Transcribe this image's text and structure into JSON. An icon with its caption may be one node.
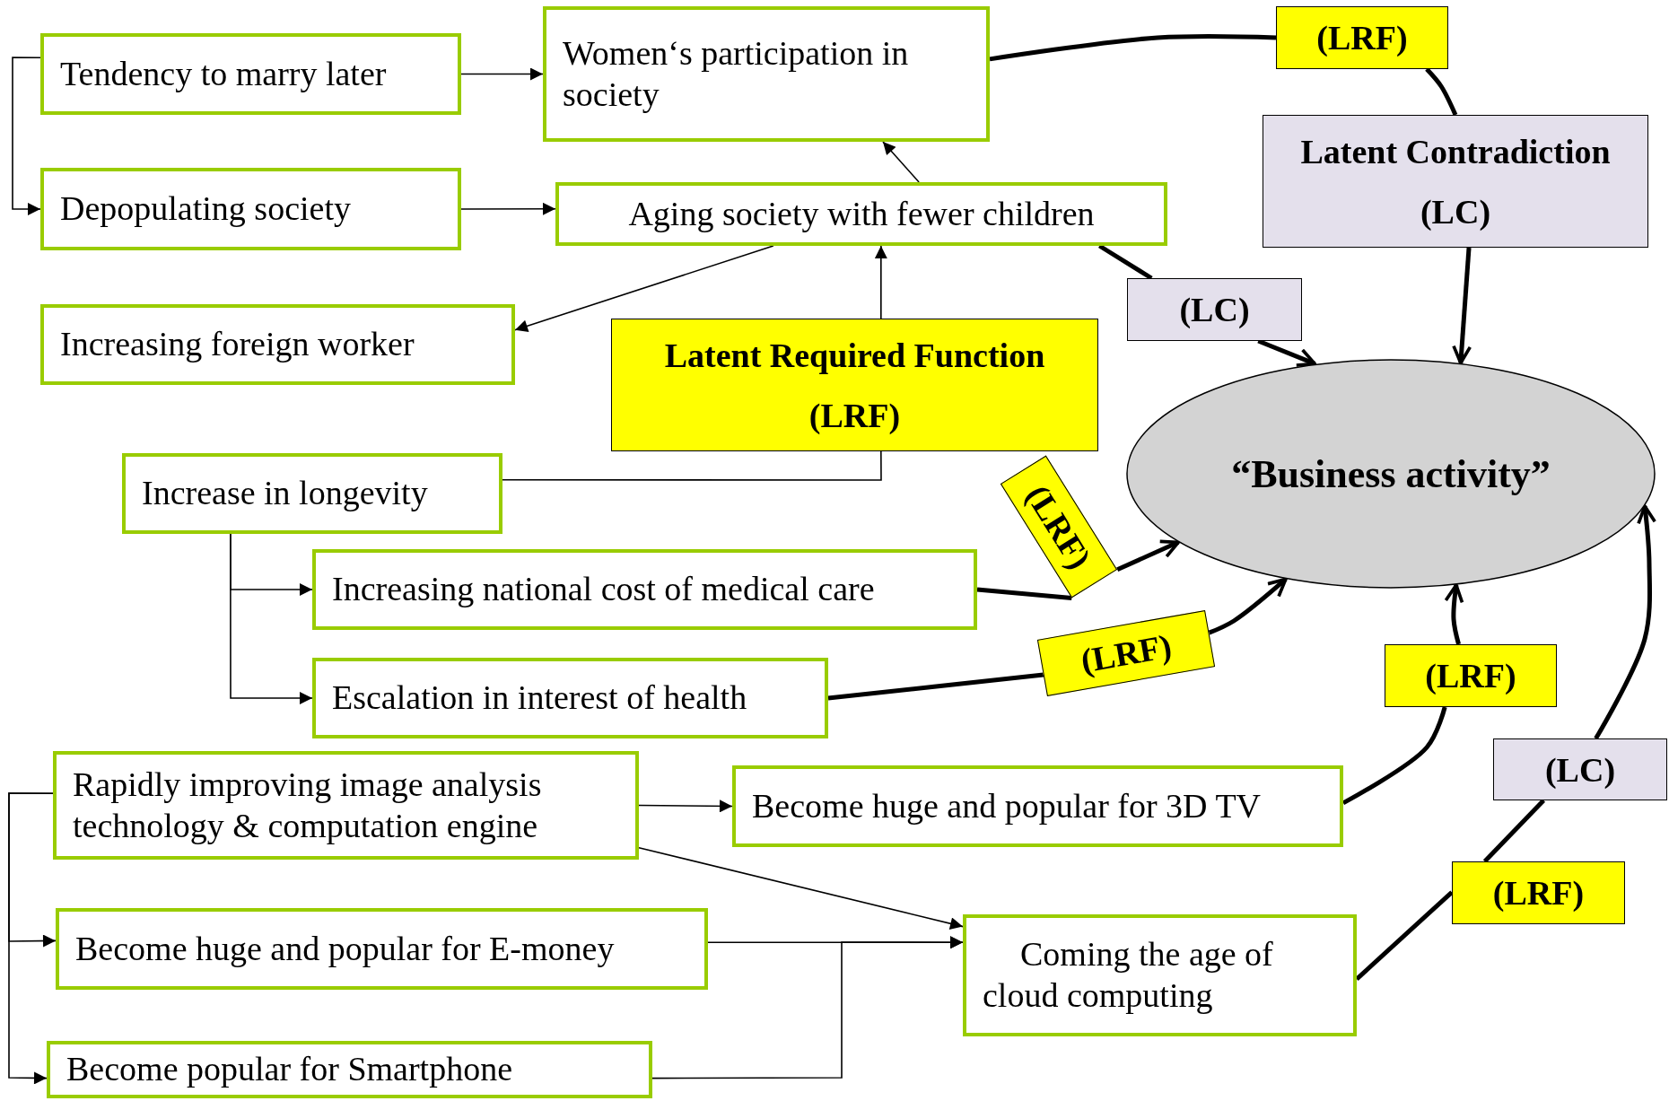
{
  "diagram": {
    "nodes": [
      {
        "text": [
          "Tendency to marry later"
        ]
      },
      {
        "text": [
          "Women‘s participation in society"
        ]
      },
      {
        "text": [
          "Depopulating society"
        ]
      },
      {
        "text": [
          "Aging society with fewer children"
        ]
      },
      {
        "text": [
          "Increasing foreign worker"
        ]
      },
      {
        "text": [
          "Latent Required Function",
          "(LRF)"
        ]
      },
      {
        "text": [
          "Latent Contradiction",
          "(LC)"
        ]
      },
      {
        "text": [
          "“Business activity”"
        ]
      },
      {
        "text": [
          "Increase in longevity"
        ]
      },
      {
        "text": [
          "Increasing  national cost of medical care"
        ]
      },
      {
        "text": [
          "Escalation in interest of health"
        ]
      },
      {
        "text": [
          "Rapidly improving  image analysis technology & computation engine"
        ]
      },
      {
        "text": [
          "Become huge and popular for 3D TV"
        ]
      },
      {
        "text": [
          "Become huge and popular for E-money"
        ]
      },
      {
        "text": [
          "Coming the age of cloud computing"
        ]
      },
      {
        "text": [
          "Become popular for Smartphone"
        ]
      },
      {
        "text": [
          "(LRF)"
        ]
      },
      {
        "text": [
          "(LC)"
        ]
      },
      {
        "text": [
          "(LRF)"
        ]
      },
      {
        "text": [
          "(LRF)"
        ]
      },
      {
        "text": [
          "(LRF)"
        ]
      },
      {
        "text": [
          "(LC)"
        ]
      },
      {
        "text": [
          "(LRF)"
        ]
      }
    ],
    "edges": [
      {
        "from": 0,
        "to": 1,
        "arrow": "to"
      },
      {
        "from": 0,
        "to": 2,
        "arrow": "to"
      },
      {
        "from": 2,
        "to": 3,
        "arrow": "to"
      },
      {
        "from": 3,
        "to": 1,
        "arrow": "to"
      },
      {
        "from": 3,
        "to": 4,
        "arrow": "to"
      },
      {
        "from": 5,
        "to": 3,
        "arrow": "to"
      },
      {
        "from": 8,
        "to": 5,
        "arrow": "none"
      },
      {
        "from": 8,
        "to": 9,
        "arrow": "to"
      },
      {
        "from": 8,
        "to": 10,
        "arrow": "to"
      },
      {
        "from": 11,
        "to": 12,
        "arrow": "to"
      },
      {
        "from": 11,
        "to": 14,
        "arrow": "to"
      },
      {
        "from": 11,
        "to": 13,
        "arrow": "to"
      },
      {
        "from": 11,
        "to": 15,
        "arrow": "to"
      },
      {
        "from": 13,
        "to": 14,
        "arrow": "to"
      },
      {
        "from": 15,
        "to": 14,
        "arrow": "to"
      },
      {
        "from": 1,
        "to": 16,
        "arrow": "none",
        "style": "thick"
      },
      {
        "from": 16,
        "to": 6,
        "arrow": "none",
        "style": "thick"
      },
      {
        "from": 6,
        "to": 7,
        "arrow": "to",
        "style": "thick"
      },
      {
        "from": 3,
        "to": 17,
        "arrow": "none",
        "style": "thick"
      },
      {
        "from": 17,
        "to": 7,
        "arrow": "to",
        "style": "thick"
      },
      {
        "from": 9,
        "to": 18,
        "arrow": "none",
        "style": "thick"
      },
      {
        "from": 18,
        "to": 7,
        "arrow": "to",
        "style": "thick"
      },
      {
        "from": 10,
        "to": 19,
        "arrow": "none",
        "style": "thick"
      },
      {
        "from": 19,
        "to": 7,
        "arrow": "to",
        "style": "thick"
      },
      {
        "from": 12,
        "to": 20,
        "arrow": "none",
        "style": "thick"
      },
      {
        "from": 20,
        "to": 7,
        "arrow": "to",
        "style": "thick"
      },
      {
        "from": 14,
        "to": 22,
        "arrow": "none",
        "style": "thick"
      },
      {
        "from": 22,
        "to": 21,
        "arrow": "none",
        "style": "thick"
      },
      {
        "from": 21,
        "to": 7,
        "arrow": "to",
        "style": "thick"
      }
    ]
  }
}
